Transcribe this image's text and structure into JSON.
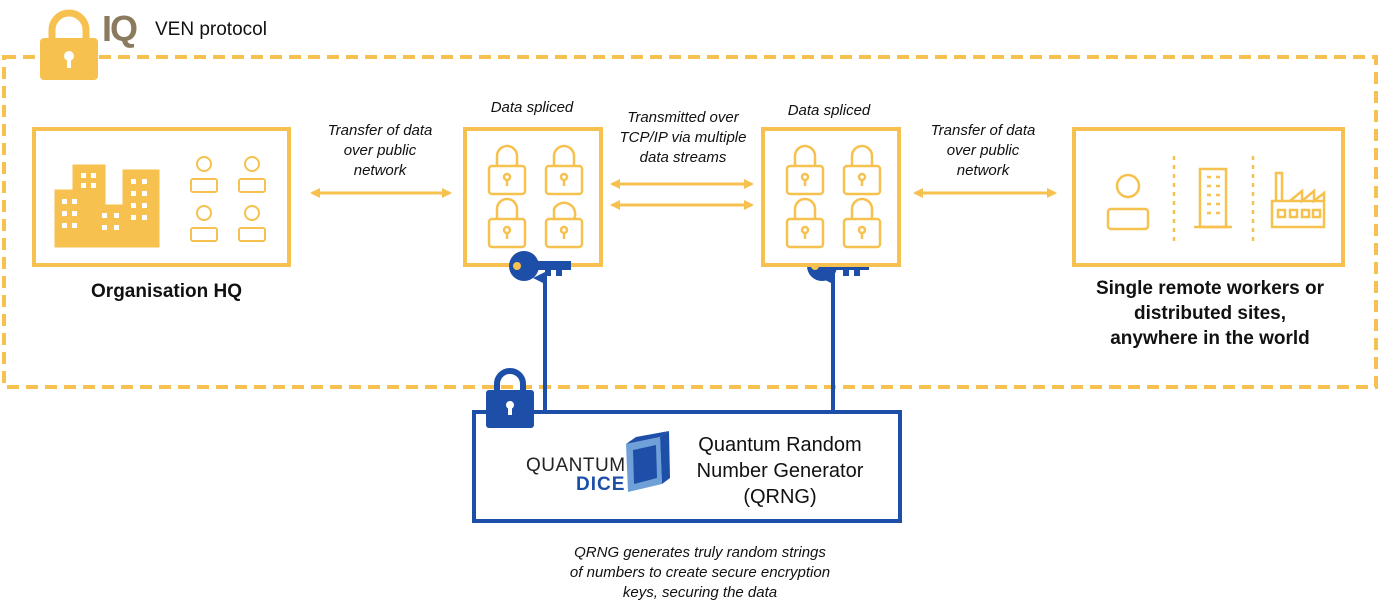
{
  "header": {
    "logo_text": "IQ",
    "title": "VEN protocol"
  },
  "hq": {
    "label": "Organisation HQ"
  },
  "left_transfer": {
    "line1": "Transfer of data",
    "line2": "over public",
    "line3": "network"
  },
  "splice_left": {
    "label": "Data spliced"
  },
  "middle_transfer": {
    "line1": "Transmitted over",
    "line2": "TCP/IP via multiple",
    "line3": "data streams"
  },
  "splice_right": {
    "label": "Data spliced"
  },
  "right_transfer": {
    "line1": "Transfer of data",
    "line2": "over public",
    "line3": "network"
  },
  "remote": {
    "line1": "Single remote workers or",
    "line2": "distributed sites,",
    "line3": "anywhere in the world"
  },
  "qrng": {
    "brand_word1": "QUANTUM",
    "brand_word2": "DICE",
    "line1": "Quantum Random",
    "line2": "Number Generator",
    "line3": "(QRNG)"
  },
  "footer": {
    "line1": "QRNG generates truly random strings",
    "line2": "of numbers to create secure encryption",
    "line3": "keys, securing the data"
  },
  "colors": {
    "gold": "#f6c14e",
    "blue": "#1e4fa8",
    "text": "#111111"
  },
  "icons": [
    "padlock-icon",
    "buildings-icon",
    "developer-icon",
    "key-icon",
    "office-tower-icon",
    "factory-icon",
    "quantum-dice-cube-icon"
  ]
}
